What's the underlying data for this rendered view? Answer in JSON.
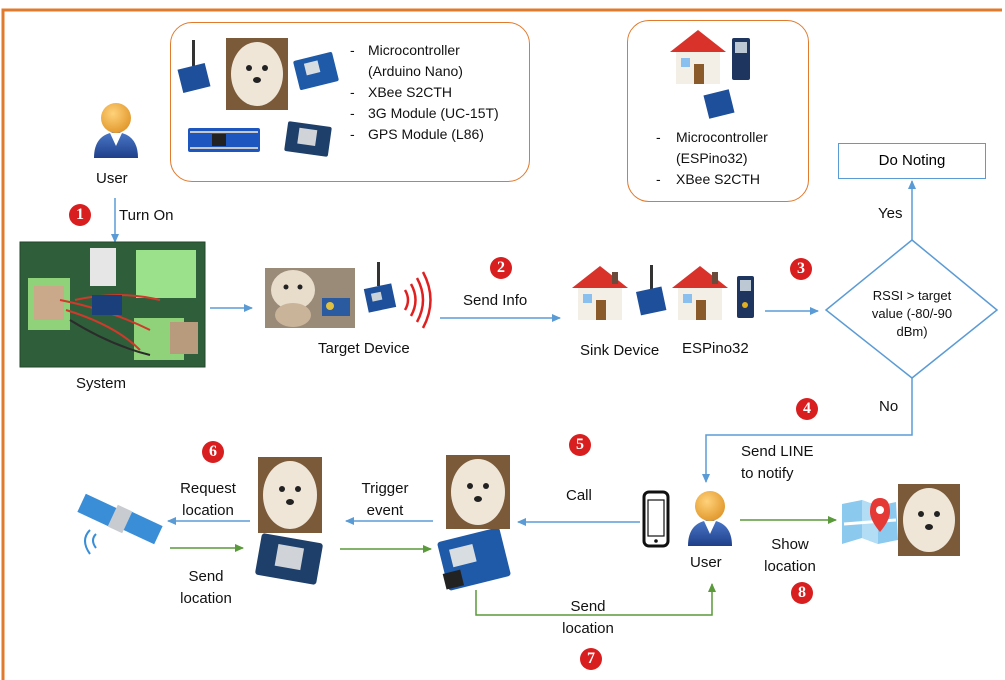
{
  "top_left_box": {
    "items": [
      "Microcontroller",
      "(Arduino Nano)",
      "XBee S2CTH",
      "3G Module (UC-15T)",
      "GPS Module (L86)"
    ]
  },
  "top_right_box": {
    "items": [
      "Microcontroller",
      "(ESPino32)",
      "XBee S2CTH"
    ]
  },
  "labels": {
    "user_top": "User",
    "turn_on": "Turn On",
    "system": "System",
    "target_device": "Target Device",
    "send_info": "Send Info",
    "sink_device": "Sink Device",
    "espino32": "ESPino32",
    "do_noting": "Do Noting",
    "yes": "Yes",
    "no": "No",
    "decision_line1": "RSSI > target",
    "decision_line2": "value (-80/-90",
    "decision_line3": "dBm)",
    "send_line_1": "Send LINE",
    "send_line_2": "to notify",
    "request_1": "Request",
    "request_2": "location",
    "trigger_1": "Trigger",
    "trigger_2": "event",
    "call": "Call",
    "user_bottom": "User",
    "send_loc_left_1": "Send",
    "send_loc_left_2": "location",
    "send_loc_bottom_1": "Send",
    "send_loc_bottom_2": "location",
    "show_loc_1": "Show",
    "show_loc_2": "location"
  },
  "steps": [
    "1",
    "2",
    "3",
    "4",
    "5",
    "6",
    "7",
    "8"
  ],
  "colors": {
    "frame": "#e07a2d",
    "arrow_blue": "#5b9bd5",
    "arrow_green": "#5a9a3a",
    "step_red": "#d81e1e"
  }
}
